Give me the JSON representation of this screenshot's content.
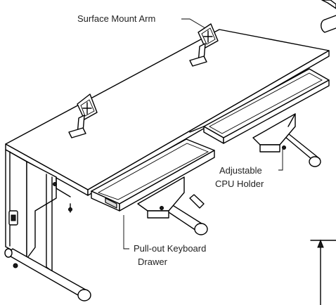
{
  "callouts": {
    "surface_mount_arm": "Surface Mount Arm",
    "cpu_holder_line1": "Adjustable",
    "cpu_holder_line2": "CPU Holder",
    "keyboard_drawer_line1": "Pull-out Keyboard",
    "keyboard_drawer_line2": "Drawer"
  },
  "icons": [
    "surface-mount-arm-icon",
    "keyboard-drawer-icon",
    "cpu-holder-icon",
    "desk-leg-icon",
    "outlet-icon"
  ]
}
